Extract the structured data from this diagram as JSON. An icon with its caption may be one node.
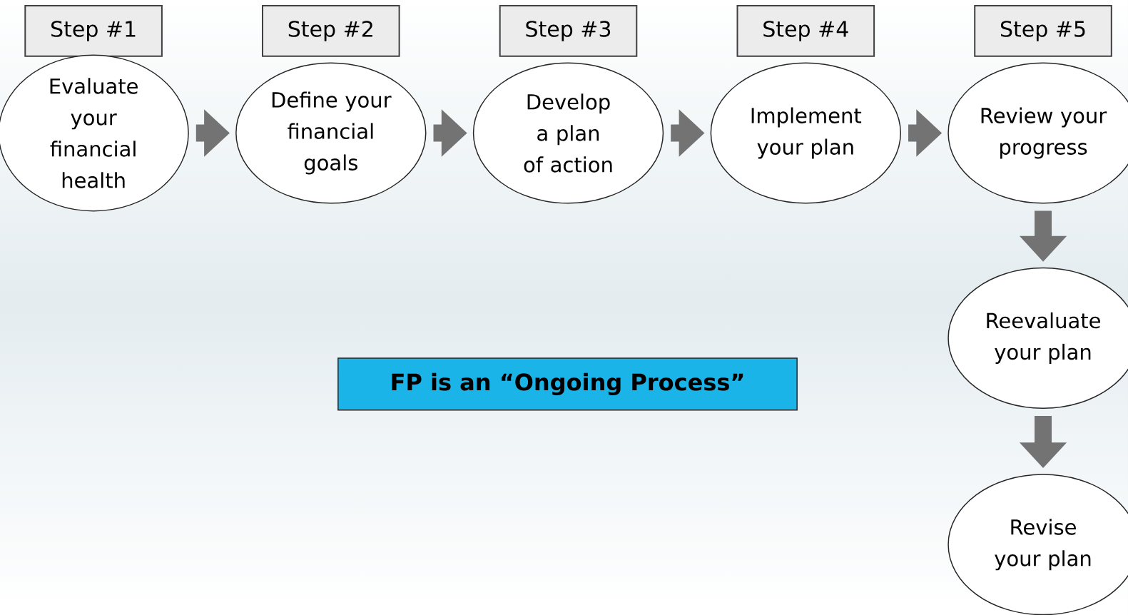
{
  "diagram": {
    "nodes": [
      {
        "text": [
          "Step #1"
        ]
      },
      {
        "text": [
          "Step #2"
        ]
      },
      {
        "text": [
          "Step #3"
        ]
      },
      {
        "text": [
          "Step #4"
        ]
      },
      {
        "text": [
          "Step #5"
        ]
      },
      {
        "text": [
          "Evaluate your financial health"
        ]
      },
      {
        "text": [
          "Define your financial goals"
        ]
      },
      {
        "text": [
          "Develop a plan of action"
        ]
      },
      {
        "text": [
          "Implement your plan"
        ]
      },
      {
        "text": [
          "Review your progress"
        ]
      },
      {
        "text": [
          "Reevaluate your plan"
        ]
      },
      {
        "text": [
          "Revise your plan"
        ]
      },
      {
        "text": [
          "FP is an “Ongoing Process”"
        ]
      }
    ],
    "edges": [
      {
        "from": 5,
        "to": 6,
        "arrow": "to"
      },
      {
        "from": 6,
        "to": 7,
        "arrow": "to"
      },
      {
        "from": 7,
        "to": 8,
        "arrow": "to"
      },
      {
        "from": 8,
        "to": 9,
        "arrow": "to"
      },
      {
        "from": 9,
        "to": 10,
        "arrow": "to"
      },
      {
        "from": 10,
        "to": 11,
        "arrow": "to"
      }
    ]
  }
}
